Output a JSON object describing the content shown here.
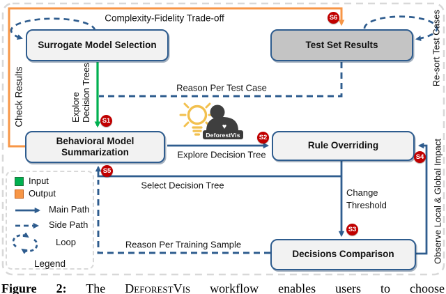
{
  "figure": {
    "nodes": {
      "surrogate": "Surrogate Model Selection",
      "test_set": "Test Set Results",
      "behavioral_line1": "Behavioral Model",
      "behavioral_line2": "Summarization",
      "rule": "Rule Overriding",
      "decisions": "Decisions Comparison"
    },
    "labels": {
      "complexity_tradeoff": "Complexity-Fidelity Trade-off",
      "check_results": "Check Results",
      "explore_trees_line1": "Explore",
      "explore_trees_line2": "Decision Trees",
      "reason_per_test_case": "Reason Per Test Case",
      "explore_decision_tree": "Explore Decision Tree",
      "select_decision_tree": "Select Decision Tree",
      "change_threshold_line1": "Change",
      "change_threshold_line2": "Threshold",
      "reason_per_training_sample": "Reason Per Training Sample",
      "resort_test_cases": "Re-sort Test Cases",
      "observe_impact": "Observe Local & Global Impact"
    },
    "steps": {
      "s1": "S1",
      "s2": "S2",
      "s3": "S3",
      "s4": "S4",
      "s5": "S5",
      "s6": "S6"
    },
    "icon": {
      "brand": "DeforestVis",
      "heart": "♥"
    },
    "legend": {
      "input": "Input",
      "output": "Output",
      "main_path": "Main Path",
      "side_path": "Side Path",
      "loop": "Loop",
      "title": "Legend"
    },
    "colors": {
      "main_blue": "#2e5c8e",
      "input_green": "#00B050",
      "output_orange": "#F79646",
      "step_red": "#C00000",
      "node_fill": "#F2F2F2",
      "test_set_fill": "#C4C4C4",
      "outer_border": "#D8D8D8"
    }
  },
  "caption": {
    "label": "Figure 2:",
    "pre": " The ",
    "brand": "DeforestVis",
    "post": " workflow enables users to choose"
  }
}
